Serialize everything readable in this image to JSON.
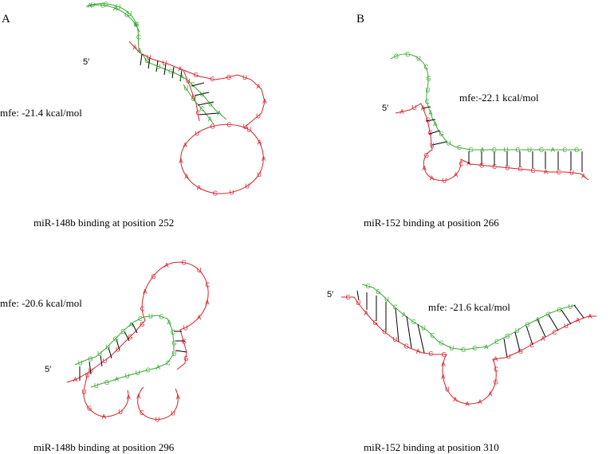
{
  "panels": {
    "a": {
      "label": "A",
      "top_structure": {
        "mfe": "mfe: -21.4 kcal/mol",
        "caption": "miR-148b binding at position 252",
        "five_prime": "5′"
      },
      "bottom_structure": {
        "mfe": "mfe: -20.6 kcal/mol",
        "caption": "miR-148b binding at position 296",
        "five_prime": "5′"
      }
    },
    "b": {
      "label": "B",
      "top_structure": {
        "mfe": "mfe:-22.1 kcal/mol",
        "caption": "miR-152 binding at position 266",
        "five_prime": "5′"
      },
      "bottom_structure": {
        "mfe": "mfe: -21.6 kcal/mol",
        "caption": "miR-152 binding at position 310",
        "five_prime": "5′"
      }
    }
  },
  "colors": {
    "target_strand": "#d9202a",
    "mirna_strand": "#3aa832",
    "base_pair": "#000000"
  },
  "nucleotides": {
    "a_top_mirna": [
      "U",
      "G",
      "U",
      "U",
      "G",
      "C",
      "A",
      "U",
      "U",
      "G",
      "A",
      "C",
      "U",
      "U",
      "A",
      "A",
      "G",
      "A",
      "C",
      "U",
      "U",
      "G",
      "C",
      "A"
    ],
    "a_top_target": [
      "A",
      "U",
      "U",
      "A",
      "G",
      "C",
      "G",
      "U",
      "A",
      "A",
      "U",
      "U",
      "C",
      "G",
      "U",
      "A",
      "A",
      "A",
      "A",
      "G",
      "U",
      "U",
      "U",
      "A",
      "A",
      "U",
      "U",
      "U",
      "C"
    ],
    "a_bottom_mirna": [
      "U",
      "G",
      "U",
      "U",
      "G",
      "C",
      "A",
      "C",
      "U",
      "G",
      "A",
      "C",
      "G",
      "U",
      "C",
      "A",
      "C",
      "U",
      "U",
      "A",
      "G",
      "U"
    ],
    "a_bottom_target": [
      "A",
      "U",
      "U",
      "U",
      "G",
      "G",
      "C",
      "A",
      "G",
      "A",
      "G",
      "U",
      "C",
      "A",
      "A",
      "U",
      "G",
      "G",
      "U",
      "U",
      "G",
      "A",
      "U",
      "A",
      "A",
      "C",
      "U",
      "U",
      "A"
    ],
    "b_top_mirna": [
      "G",
      "G",
      "U",
      "C",
      "G",
      "U",
      "C",
      "A",
      "A",
      "G",
      "U",
      "C",
      "G",
      "A",
      "C",
      "U",
      "G",
      "U",
      "G",
      "A",
      "C",
      "G"
    ],
    "b_top_target": [
      "A",
      "U",
      "A",
      "G",
      "C",
      "U",
      "G",
      "A",
      "A",
      "U",
      "A",
      "C",
      "A",
      "G",
      "C",
      "U",
      "G",
      "C",
      "A",
      "C",
      "U",
      "A"
    ],
    "b_bottom_mirna": [
      "G",
      "G",
      "U",
      "C",
      "A",
      "G",
      "U",
      "C",
      "G",
      "U",
      "G",
      "C",
      "A",
      "C",
      "G",
      "U",
      "G",
      "A",
      "C",
      "G",
      "U"
    ],
    "b_bottom_target": [
      "C",
      "U",
      "A",
      "G",
      "C",
      "U",
      "G",
      "A",
      "C",
      "G",
      "A",
      "A",
      "U",
      "A",
      "A",
      "A",
      "A",
      "G",
      "C",
      "A",
      "U",
      "G",
      "C",
      "A",
      "C",
      "U",
      "A",
      "A"
    ]
  }
}
